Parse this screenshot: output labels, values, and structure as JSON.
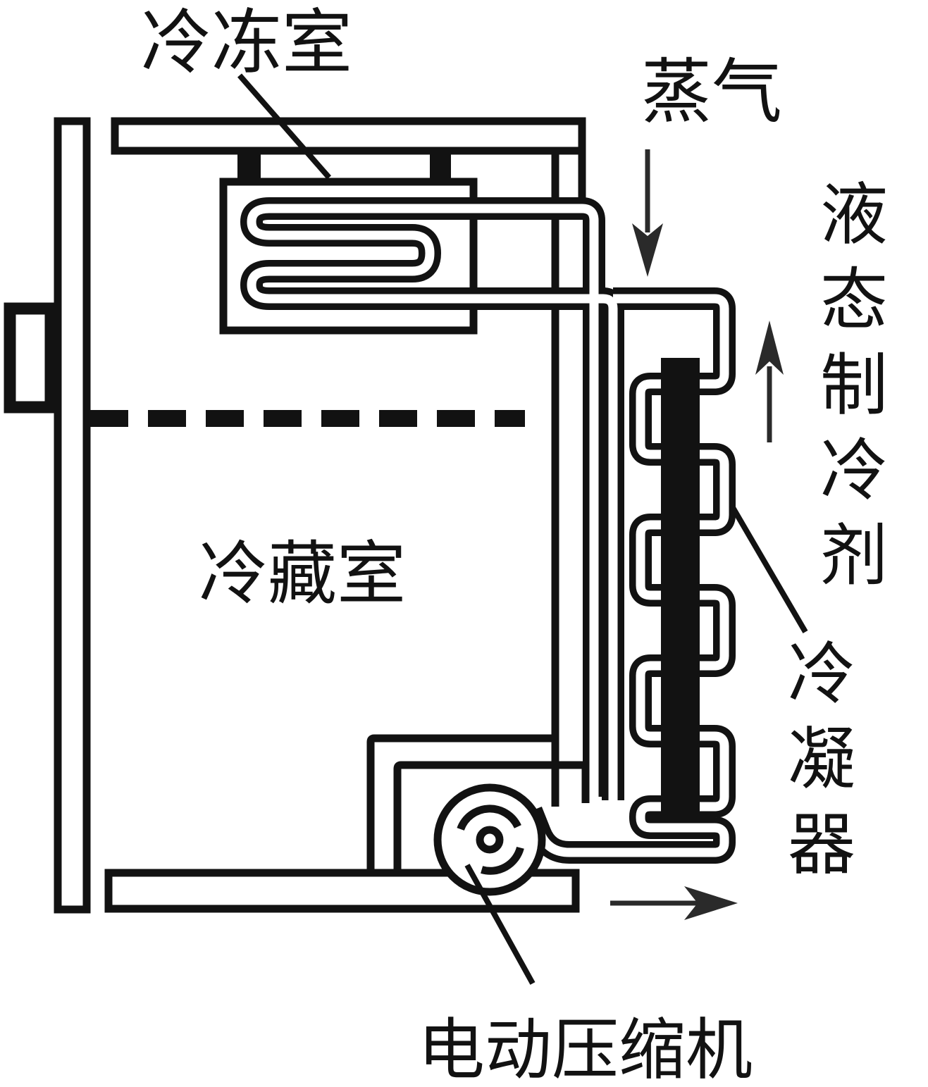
{
  "diagram": {
    "labels": {
      "freezer": "冷冻室",
      "vapor": "蒸气",
      "liquid_refrigerant": "液态制冷剂",
      "fridge_compartment": "冷藏室",
      "condenser": "冷凝器",
      "compressor": "电动压缩机"
    },
    "icons": {
      "vapor_flow": "down-arrow",
      "liquid_flow": "up-arrow",
      "outlet_flow": "right-arrow"
    },
    "colors": {
      "line": "#121212",
      "background": "#ffffff"
    }
  }
}
